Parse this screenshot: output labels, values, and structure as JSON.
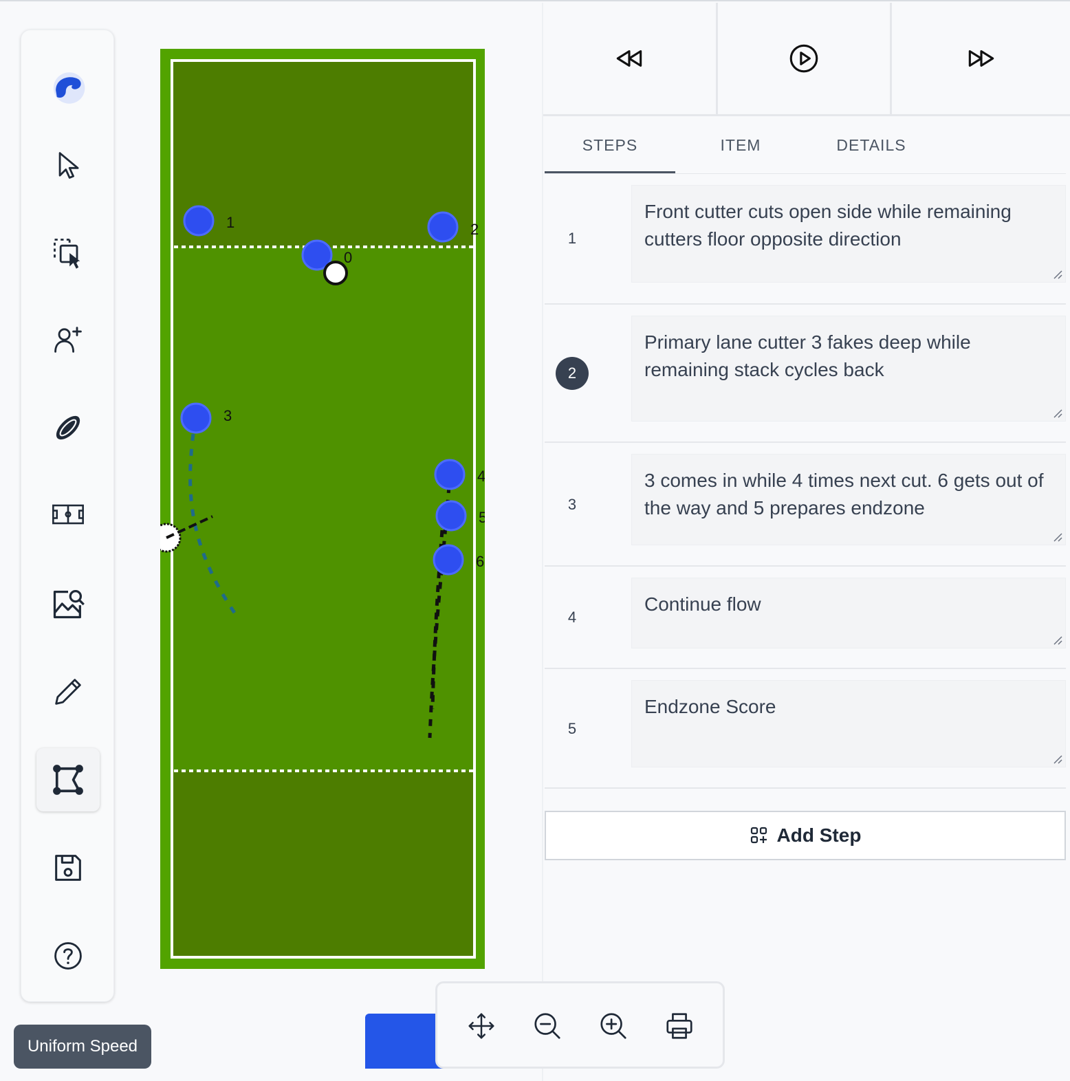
{
  "toolbar": {
    "tools": [
      "logo",
      "select-pointer",
      "box-select",
      "add-player",
      "disc",
      "field",
      "image-search",
      "pencil",
      "path-edit",
      "save",
      "help"
    ],
    "active_tool": "path-edit"
  },
  "speed_mode": "Uniform Speed",
  "field": {
    "players": [
      {
        "label": "1"
      },
      {
        "label": "2"
      },
      {
        "label": "0"
      },
      {
        "label": "3"
      },
      {
        "label": "4"
      },
      {
        "label": "5"
      },
      {
        "label": "6"
      }
    ],
    "colors": {
      "outer": "#52a300",
      "endzone": "#4d7d00",
      "playing_field": "#4f9200",
      "player": "#2e4ef0",
      "disc": "#ffffff"
    }
  },
  "playback": {
    "buttons": [
      "rewind",
      "play",
      "fast-forward"
    ]
  },
  "tabs": [
    {
      "label": "STEPS",
      "active": true
    },
    {
      "label": "ITEM",
      "active": false
    },
    {
      "label": "DETAILS",
      "active": false
    }
  ],
  "steps": [
    {
      "number": "1",
      "text": "Front cutter cuts open side while remaining cutters floor opposite direction",
      "active": false
    },
    {
      "number": "2",
      "text": "Primary lane cutter 3 fakes deep while remaining stack cycles back",
      "active": true
    },
    {
      "number": "3",
      "text": "3 comes in while 4 times next cut. 6 gets out of the way and 5 prepares endzone",
      "active": false
    },
    {
      "number": "4",
      "text": "Continue flow",
      "active": false
    },
    {
      "number": "5",
      "text": "Endzone Score",
      "active": false
    }
  ],
  "add_step_label": "Add Step",
  "zoom_tools": [
    "move",
    "zoom-out",
    "zoom-in",
    "print"
  ],
  "accent_color": "#2456e8"
}
